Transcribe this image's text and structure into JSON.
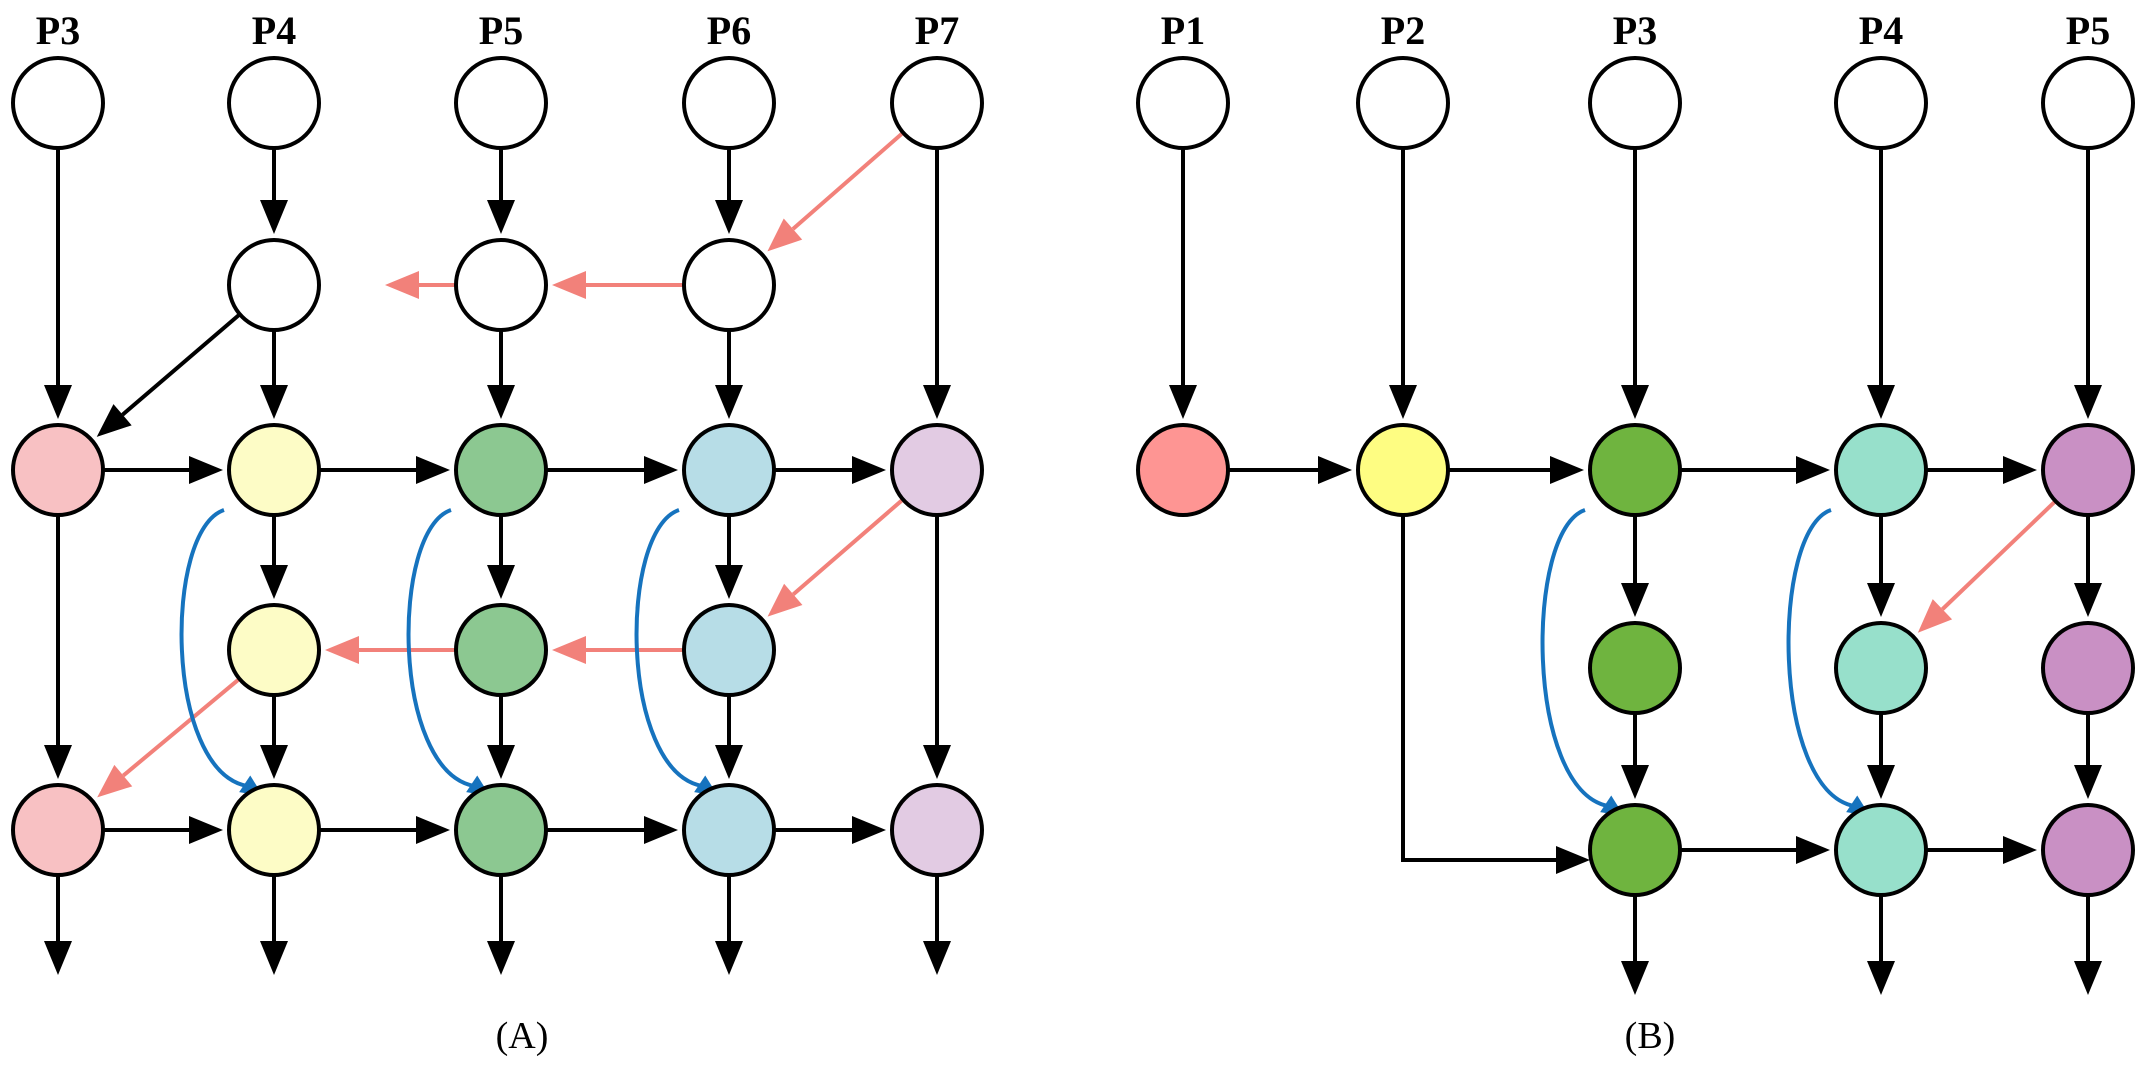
{
  "colors": {
    "white": "#ffffff",
    "pink": "#f8c1c3",
    "light_yellow": "#fdfcc6",
    "light_green": "#8cc891",
    "light_blue": "#b7dde7",
    "lavender": "#e2cbe3",
    "salmon": "#fe9593",
    "yellow": "#fefd82",
    "green": "#6fb43f",
    "mint": "#97e0cb",
    "purple": "#c990c4",
    "edge_black": "#000000",
    "edge_red": "#f2817a",
    "edge_blue": "#1673be"
  },
  "panel_a": {
    "label": "(A)",
    "columns": [
      {
        "id": "a_c1",
        "label": "P3"
      },
      {
        "id": "a_c2",
        "label": "P4"
      },
      {
        "id": "a_c3",
        "label": "P5"
      },
      {
        "id": "a_c4",
        "label": "P6"
      },
      {
        "id": "a_c5",
        "label": "P7"
      }
    ],
    "nodes": [
      {
        "id": "a_c1_r1",
        "fill": "white"
      },
      {
        "id": "a_c2_r1",
        "fill": "white"
      },
      {
        "id": "a_c3_r1",
        "fill": "white"
      },
      {
        "id": "a_c4_r1",
        "fill": "white"
      },
      {
        "id": "a_c5_r1",
        "fill": "white"
      },
      {
        "id": "a_c2_r2",
        "fill": "white"
      },
      {
        "id": "a_c3_r2",
        "fill": "white"
      },
      {
        "id": "a_c4_r2",
        "fill": "white"
      },
      {
        "id": "a_c1_r3",
        "fill": "pink"
      },
      {
        "id": "a_c2_r3",
        "fill": "light_yellow"
      },
      {
        "id": "a_c3_r3",
        "fill": "light_green"
      },
      {
        "id": "a_c4_r3",
        "fill": "light_blue"
      },
      {
        "id": "a_c5_r3",
        "fill": "lavender"
      },
      {
        "id": "a_c2_r4",
        "fill": "light_yellow"
      },
      {
        "id": "a_c3_r4",
        "fill": "light_green"
      },
      {
        "id": "a_c4_r4",
        "fill": "light_blue"
      },
      {
        "id": "a_c1_r5",
        "fill": "pink"
      },
      {
        "id": "a_c2_r5",
        "fill": "light_yellow"
      },
      {
        "id": "a_c3_r5",
        "fill": "light_green"
      },
      {
        "id": "a_c4_r5",
        "fill": "light_blue"
      },
      {
        "id": "a_c5_r5",
        "fill": "lavender"
      }
    ],
    "edges": [
      {
        "from": "a_c1_r1",
        "to": "a_c1_r3",
        "color": "edge_black"
      },
      {
        "from": "a_c2_r1",
        "to": "a_c2_r2",
        "color": "edge_black"
      },
      {
        "from": "a_c3_r1",
        "to": "a_c3_r2",
        "color": "edge_black"
      },
      {
        "from": "a_c4_r1",
        "to": "a_c4_r2",
        "color": "edge_black"
      },
      {
        "from": "a_c5_r1",
        "to": "a_c5_r3",
        "color": "edge_black"
      },
      {
        "from": "a_c5_r1",
        "to": "a_c4_r2",
        "color": "edge_red"
      },
      {
        "from": "a_c4_r2",
        "to": "a_c3_r2",
        "color": "edge_red"
      },
      {
        "from": "a_c3_r2",
        "to": "a_c2_r2",
        "color": "edge_red",
        "open_end": true
      },
      {
        "from": "a_c2_r2",
        "to": "a_c1_r3",
        "color": "edge_black"
      },
      {
        "from": "a_c2_r2",
        "to": "a_c2_r3",
        "color": "edge_black"
      },
      {
        "from": "a_c3_r2",
        "to": "a_c3_r3",
        "color": "edge_black"
      },
      {
        "from": "a_c4_r2",
        "to": "a_c4_r3",
        "color": "edge_black"
      },
      {
        "from": "a_c1_r3",
        "to": "a_c2_r3",
        "color": "edge_black"
      },
      {
        "from": "a_c2_r3",
        "to": "a_c3_r3",
        "color": "edge_black"
      },
      {
        "from": "a_c3_r3",
        "to": "a_c4_r3",
        "color": "edge_black"
      },
      {
        "from": "a_c4_r3",
        "to": "a_c5_r3",
        "color": "edge_black"
      },
      {
        "from": "a_c1_r3",
        "to": "a_c1_r5",
        "color": "edge_black"
      },
      {
        "from": "a_c2_r3",
        "to": "a_c2_r4",
        "color": "edge_black"
      },
      {
        "from": "a_c3_r3",
        "to": "a_c3_r4",
        "color": "edge_black"
      },
      {
        "from": "a_c4_r3",
        "to": "a_c4_r4",
        "color": "edge_black"
      },
      {
        "from": "a_c5_r3",
        "to": "a_c5_r5",
        "color": "edge_black"
      },
      {
        "from": "a_c5_r3",
        "to": "a_c4_r4",
        "color": "edge_red"
      },
      {
        "from": "a_c4_r4",
        "to": "a_c3_r4",
        "color": "edge_red"
      },
      {
        "from": "a_c3_r4",
        "to": "a_c2_r4",
        "color": "edge_red"
      },
      {
        "from": "a_c2_r4",
        "to": "a_c1_r5",
        "color": "edge_red"
      },
      {
        "from": "a_c2_r4",
        "to": "a_c2_r5",
        "color": "edge_black"
      },
      {
        "from": "a_c3_r4",
        "to": "a_c3_r5",
        "color": "edge_black"
      },
      {
        "from": "a_c4_r4",
        "to": "a_c4_r5",
        "color": "edge_black"
      },
      {
        "from": "a_c1_r5",
        "to": "a_c2_r5",
        "color": "edge_black"
      },
      {
        "from": "a_c2_r5",
        "to": "a_c3_r5",
        "color": "edge_black"
      },
      {
        "from": "a_c3_r5",
        "to": "a_c4_r5",
        "color": "edge_black"
      },
      {
        "from": "a_c4_r5",
        "to": "a_c5_r5",
        "color": "edge_black"
      },
      {
        "from": "a_c2_r3",
        "to": "a_c2_r5",
        "color": "edge_blue",
        "style": "skip"
      },
      {
        "from": "a_c3_r3",
        "to": "a_c3_r5",
        "color": "edge_blue",
        "style": "skip"
      },
      {
        "from": "a_c4_r3",
        "to": "a_c4_r5",
        "color": "edge_blue",
        "style": "skip"
      },
      {
        "from": "a_c1_r5",
        "to": "out",
        "color": "edge_black"
      },
      {
        "from": "a_c2_r5",
        "to": "out",
        "color": "edge_black"
      },
      {
        "from": "a_c3_r5",
        "to": "out",
        "color": "edge_black"
      },
      {
        "from": "a_c4_r5",
        "to": "out",
        "color": "edge_black"
      },
      {
        "from": "a_c5_r5",
        "to": "out",
        "color": "edge_black"
      }
    ]
  },
  "panel_b": {
    "label": "(B)",
    "columns": [
      {
        "id": "b_c1",
        "label": "P1"
      },
      {
        "id": "b_c2",
        "label": "P2"
      },
      {
        "id": "b_c3",
        "label": "P3"
      },
      {
        "id": "b_c4",
        "label": "P4"
      },
      {
        "id": "b_c5",
        "label": "P5"
      }
    ],
    "nodes": [
      {
        "id": "b_c1_r1",
        "fill": "white"
      },
      {
        "id": "b_c2_r1",
        "fill": "white"
      },
      {
        "id": "b_c3_r1",
        "fill": "white"
      },
      {
        "id": "b_c4_r1",
        "fill": "white"
      },
      {
        "id": "b_c5_r1",
        "fill": "white"
      },
      {
        "id": "b_c1_r2",
        "fill": "salmon"
      },
      {
        "id": "b_c2_r2",
        "fill": "yellow"
      },
      {
        "id": "b_c3_r2",
        "fill": "green"
      },
      {
        "id": "b_c4_r2",
        "fill": "mint"
      },
      {
        "id": "b_c5_r2",
        "fill": "purple"
      },
      {
        "id": "b_c3_r3",
        "fill": "green"
      },
      {
        "id": "b_c4_r3",
        "fill": "mint"
      },
      {
        "id": "b_c5_r3",
        "fill": "purple"
      },
      {
        "id": "b_c3_r4",
        "fill": "green"
      },
      {
        "id": "b_c4_r4",
        "fill": "mint"
      },
      {
        "id": "b_c5_r4",
        "fill": "purple"
      }
    ],
    "edges": [
      {
        "from": "b_c1_r1",
        "to": "b_c1_r2",
        "color": "edge_black"
      },
      {
        "from": "b_c2_r1",
        "to": "b_c2_r2",
        "color": "edge_black"
      },
      {
        "from": "b_c3_r1",
        "to": "b_c3_r2",
        "color": "edge_black"
      },
      {
        "from": "b_c4_r1",
        "to": "b_c4_r2",
        "color": "edge_black"
      },
      {
        "from": "b_c5_r1",
        "to": "b_c5_r2",
        "color": "edge_black"
      },
      {
        "from": "b_c1_r2",
        "to": "b_c2_r2",
        "color": "edge_black"
      },
      {
        "from": "b_c2_r2",
        "to": "b_c3_r2",
        "color": "edge_black"
      },
      {
        "from": "b_c3_r2",
        "to": "b_c4_r2",
        "color": "edge_black"
      },
      {
        "from": "b_c4_r2",
        "to": "b_c5_r2",
        "color": "edge_black"
      },
      {
        "from": "b_c3_r2",
        "to": "b_c3_r3",
        "color": "edge_black"
      },
      {
        "from": "b_c4_r2",
        "to": "b_c4_r3",
        "color": "edge_black"
      },
      {
        "from": "b_c5_r2",
        "to": "b_c5_r3",
        "color": "edge_black"
      },
      {
        "from": "b_c5_r2",
        "to": "b_c4_r3",
        "color": "edge_red"
      },
      {
        "from": "b_c3_r3",
        "to": "b_c3_r4",
        "color": "edge_black"
      },
      {
        "from": "b_c4_r3",
        "to": "b_c4_r4",
        "color": "edge_black"
      },
      {
        "from": "b_c5_r3",
        "to": "b_c5_r4",
        "color": "edge_black"
      },
      {
        "from": "b_c2_r2",
        "to": "b_c3_r4",
        "color": "edge_black",
        "style": "elbow"
      },
      {
        "from": "b_c3_r4",
        "to": "b_c4_r4",
        "color": "edge_black"
      },
      {
        "from": "b_c4_r4",
        "to": "b_c5_r4",
        "color": "edge_black"
      },
      {
        "from": "b_c3_r2",
        "to": "b_c3_r4",
        "color": "edge_blue",
        "style": "skip"
      },
      {
        "from": "b_c4_r2",
        "to": "b_c4_r4",
        "color": "edge_blue",
        "style": "skip"
      },
      {
        "from": "b_c3_r4",
        "to": "out",
        "color": "edge_black"
      },
      {
        "from": "b_c4_r4",
        "to": "out",
        "color": "edge_black"
      },
      {
        "from": "b_c5_r4",
        "to": "out",
        "color": "edge_black"
      }
    ]
  }
}
